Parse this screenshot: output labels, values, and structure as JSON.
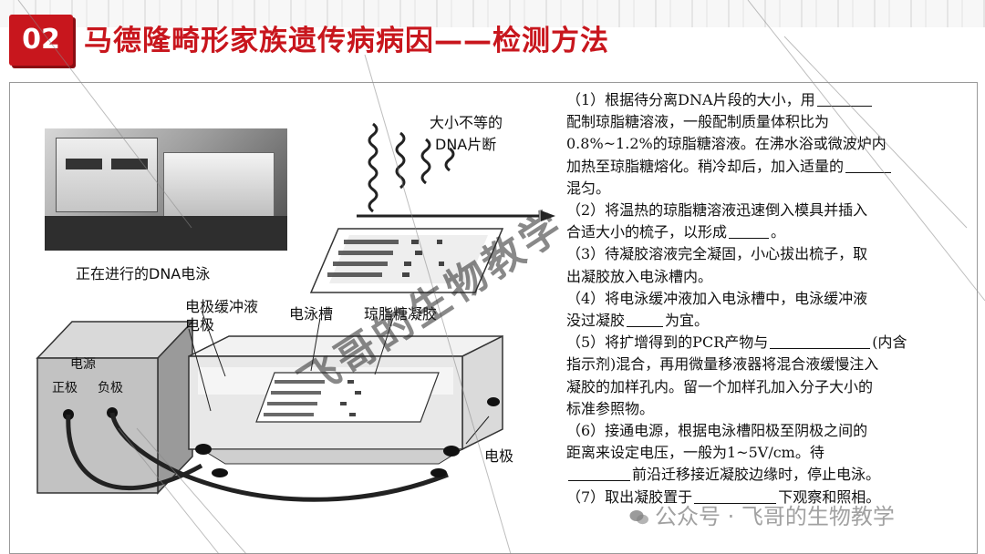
{
  "header": {
    "section_number": "02",
    "title": "马德隆畸形家族遗传病病因——检测方法"
  },
  "figure": {
    "photo_caption": "正在进行的DNA电泳",
    "dna_label_line1": "大小不等的",
    "dna_label_line2": "DNA片断",
    "buffer_label": "电极缓冲液",
    "electrode_label_left": "电极",
    "tank_label": "电泳槽",
    "gel_label": "琼脂糖凝胶",
    "power_label": "电源",
    "positive_label": "正极",
    "negative_label": "负极",
    "electrode_label_right": "电极"
  },
  "steps": [
    {
      "parts": [
        "（1）根据待分离DNA片段的大小，用"
      ]
    },
    {
      "parts": [
        "配制琼脂糖溶液，一般配制质量体积比为"
      ]
    },
    {
      "parts": [
        "0.8%~1.2%的琼脂糖溶液。在沸水浴或微波炉内"
      ]
    },
    {
      "parts": [
        "加热至琼脂糖熔化。稍冷却后，加入适量的"
      ]
    },
    {
      "parts": [
        "混匀。"
      ]
    },
    {
      "parts": [
        "（2）将温热的琼脂糖溶液迅速倒入模具并插入"
      ]
    },
    {
      "parts": [
        "合适大小的梳子，以形成",
        "。"
      ]
    },
    {
      "parts": [
        "（3）待凝胶溶液完全凝固，小心拔出梳子，取"
      ]
    },
    {
      "parts": [
        "出凝胶放入电泳槽内。"
      ]
    },
    {
      "parts": [
        "（4）将电泳缓冲液加入电泳槽中，电泳缓冲液"
      ]
    },
    {
      "parts": [
        "没过凝胶",
        "为宜。"
      ]
    },
    {
      "parts": [
        "（5）将扩增得到的PCR产物与",
        "(内含"
      ]
    },
    {
      "parts": [
        "指示剂)混合，再用微量移液器将混合液缓慢注入"
      ]
    },
    {
      "parts": [
        "凝胶的加样孔内。留一个加样孔加入分子大小的"
      ]
    },
    {
      "parts": [
        "标准参照物。"
      ]
    },
    {
      "parts": [
        "（6）接通电源，根据电泳槽阳极至阴极之间的"
      ]
    },
    {
      "parts": [
        "距离来设定电压，一般为1~5V/cm。待"
      ]
    },
    {
      "parts": [
        "",
        "前沿迁移接近凝胶边缘时，停止电泳。"
      ]
    },
    {
      "parts": [
        "（7）取出凝胶置于",
        "下观察和照相。"
      ]
    }
  ],
  "watermarks": {
    "diagonal": "飞哥的生物教学",
    "footer": "公众号 · 飞哥的生物教学"
  },
  "colors": {
    "accent": "#c8161d",
    "text": "#111111"
  }
}
